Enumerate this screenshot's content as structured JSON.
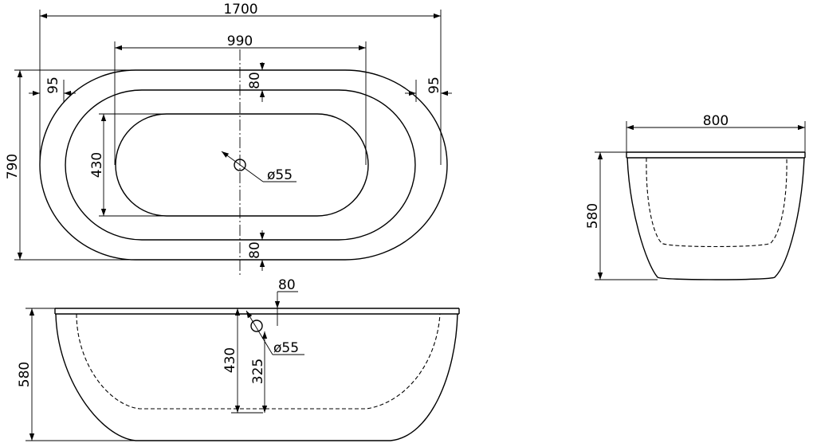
{
  "dimensions": {
    "top_overall_length": "1700",
    "top_inner_length": "990",
    "top_overall_width": "790",
    "top_inner_width": "430",
    "rim_left": "95",
    "rim_right": "95",
    "rim_top": "80",
    "rim_bottom": "80",
    "drain_diameter_top": "ø55",
    "side_height": "580",
    "side_depth": "430",
    "side_drain_offset": "80",
    "side_drain_height": "325",
    "side_drain_diameter": "ø55",
    "end_width": "800",
    "end_height": "580"
  }
}
